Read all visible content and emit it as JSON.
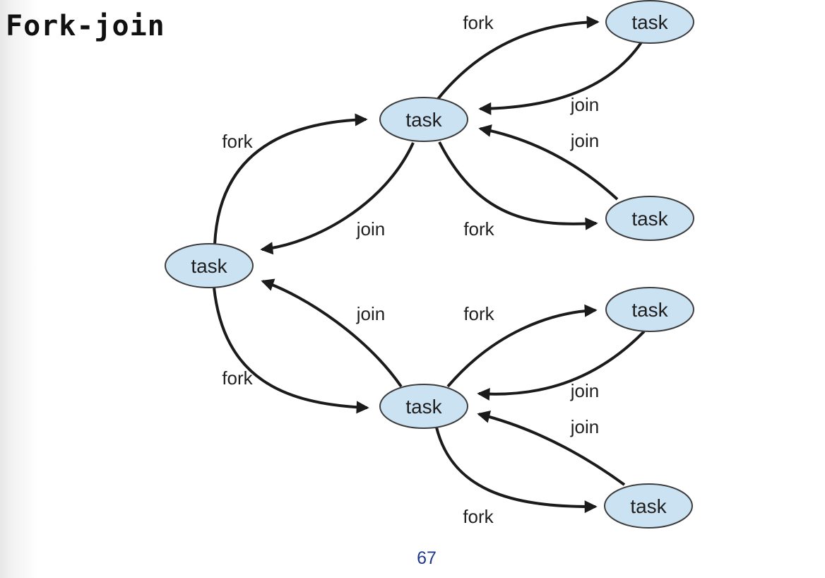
{
  "title": "Fork-join",
  "page_number": "67",
  "colors": {
    "node_fill": "#cbe2f2",
    "node_border": "#3d3d3d",
    "edge_stroke": "#1b1b1b",
    "title_color": "#111111",
    "page_number_color": "#1f3a8a",
    "background": "#ffffff"
  },
  "diagram": {
    "type": "fork-join task graph",
    "nodes": [
      {
        "id": "task-left",
        "label": "task"
      },
      {
        "id": "task-top-center",
        "label": "task"
      },
      {
        "id": "task-top-right",
        "label": "task"
      },
      {
        "id": "task-right-upper",
        "label": "task"
      },
      {
        "id": "task-right-mid",
        "label": "task"
      },
      {
        "id": "task-bottom-center",
        "label": "task"
      },
      {
        "id": "task-bottom-right",
        "label": "task"
      }
    ],
    "edges": [
      {
        "label": "fork",
        "from": "task-left",
        "to": "task-top-center"
      },
      {
        "label": "fork",
        "from": "task-top-center",
        "to": "task-top-right"
      },
      {
        "label": "join",
        "from": "task-top-right",
        "to": "task-top-center"
      },
      {
        "label": "join",
        "from": "task-right-upper",
        "to": "task-top-center"
      },
      {
        "label": "join",
        "from": "task-top-center",
        "to": "task-left"
      },
      {
        "label": "fork",
        "from": "task-top-center",
        "to": "task-right-upper"
      },
      {
        "label": "fork",
        "from": "task-left",
        "to": "task-bottom-center"
      },
      {
        "label": "join",
        "from": "task-bottom-center",
        "to": "task-left"
      },
      {
        "label": "fork",
        "from": "task-bottom-center",
        "to": "task-right-mid"
      },
      {
        "label": "join",
        "from": "task-right-mid",
        "to": "task-bottom-center"
      },
      {
        "label": "join",
        "from": "task-bottom-right",
        "to": "task-bottom-center"
      },
      {
        "label": "fork",
        "from": "task-bottom-center",
        "to": "task-bottom-right"
      }
    ]
  }
}
